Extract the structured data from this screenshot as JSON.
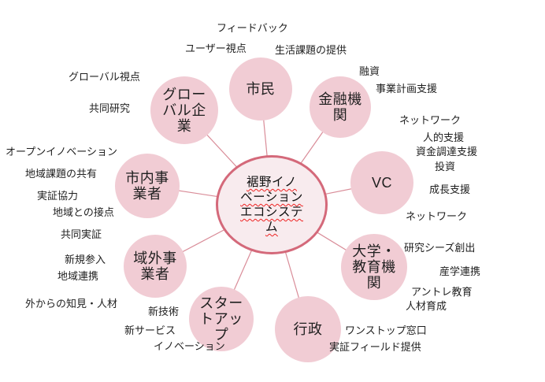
{
  "diagram": {
    "title": "裾野イノベーションエコシステム",
    "center": {
      "label": "裾野イノ\nベーション\nエコシステ\nム"
    },
    "nodes": {
      "citizens": {
        "label": "市民"
      },
      "financial_institutions": {
        "label": "金融機\n関"
      },
      "vc": {
        "label": "VC"
      },
      "university_education": {
        "label": "大学・\n教育機\n関"
      },
      "government": {
        "label": "行政"
      },
      "startup": {
        "label": "スター\nトアッ\nプ"
      },
      "outside_business": {
        "label": "域外事\n業者"
      },
      "city_business": {
        "label": "市内事\n業者"
      },
      "global_company": {
        "label": "グロー\nバル企\n業"
      }
    },
    "annotations": {
      "feedback": "フィードバック",
      "user_perspective": "ユーザー視点",
      "life_issues_provision": "生活課題の提供",
      "loans": "融資",
      "business_plan_support": "事業計画支援",
      "network_financial": "ネットワーク",
      "human_support": "人的支援",
      "fundraising_support": "資金調達支援",
      "investment": "投資",
      "growth_support": "成長支援",
      "network_vc": "ネットワーク",
      "research_seeds_creation": "研究シーズ創出",
      "industry_academia_collaboration": "産学連携",
      "entrepreneurship_education": "アントレ教育",
      "talent_development": "人材育成",
      "one_stop_window": "ワンストップ窓口",
      "demonstration_field_provision": "実証フィールド提供",
      "innovation_startup": "イノベーション",
      "new_services": "新サービス",
      "new_technology": "新技術",
      "outside_knowledge_talent": "外からの知見・人材",
      "regional_collaboration": "地域連携",
      "new_entry": "新規参入",
      "joint_demonstration": "共同実証",
      "regional_contact": "地域との接点",
      "demonstration_cooperation": "実証協力",
      "regional_issues_sharing": "地域課題の共有",
      "open_innovation": "オープンイノベーション",
      "joint_research": "共同研究",
      "global_perspective": "グローバル視点"
    },
    "colors": {
      "node_fill": "#f1ccd4",
      "center_fill": "#f8ebee",
      "center_border": "#d4697a",
      "connector_line": "#d98c98",
      "squiggle_underline": "#ee2222",
      "text": "#1f1f1f"
    }
  }
}
